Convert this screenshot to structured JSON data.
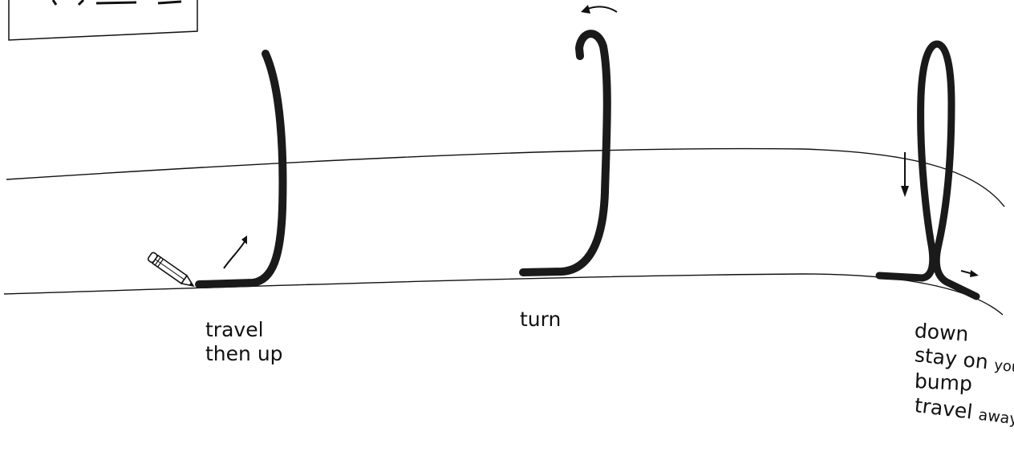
{
  "steps": [
    {
      "id": "step-1",
      "lines": [
        "travel",
        "then up"
      ]
    },
    {
      "id": "step-2",
      "lines": [
        "turn"
      ]
    },
    {
      "id": "step-3",
      "lines": [
        "down",
        "stay on",
        "your sp",
        "bump",
        "travel",
        "away"
      ]
    }
  ],
  "colors": {
    "stroke": "#1a1a1a",
    "guide_line": "#111111",
    "background": "#ffffff"
  },
  "icons": [
    "pencil-icon",
    "arc-arrow-up-icon",
    "arc-arrow-left-icon",
    "arrow-down-icon",
    "arrow-right-icon"
  ]
}
